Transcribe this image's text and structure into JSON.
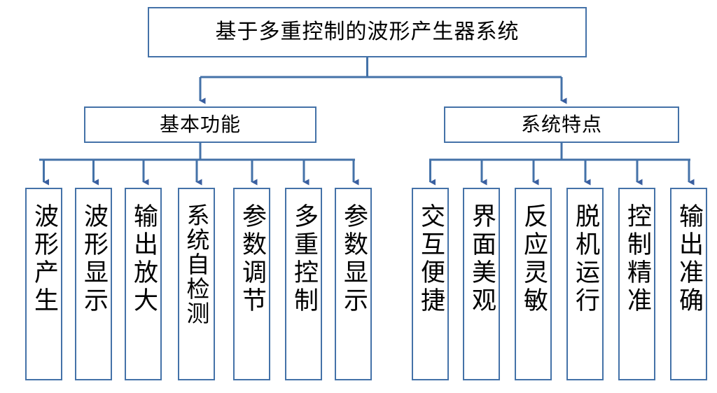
{
  "diagram": {
    "type": "organizational-tree",
    "title": "基于多重控制的波形产生器系统",
    "accent_color": "#4472a8",
    "background_color": "#ffffff",
    "text_color": "#000000",
    "root": {
      "id": "root",
      "label": "基于多重控制的波形产生器系统"
    },
    "branches": [
      {
        "id": "branch-basic-functions",
        "label": "基本功能",
        "leaves": [
          {
            "id": "leaf-waveform-generation",
            "label": "波形产生"
          },
          {
            "id": "leaf-waveform-display",
            "label": "波形显示"
          },
          {
            "id": "leaf-output-amplification",
            "label": "输出放大"
          },
          {
            "id": "leaf-system-self-test",
            "label": "系统自检测"
          },
          {
            "id": "leaf-parameter-adjustment",
            "label": "参数调节"
          },
          {
            "id": "leaf-multiple-control",
            "label": "多重控制"
          },
          {
            "id": "leaf-parameter-display",
            "label": "参数显示"
          }
        ]
      },
      {
        "id": "branch-system-features",
        "label": "系统特点",
        "leaves": [
          {
            "id": "leaf-convenient-interaction",
            "label": "交互便捷"
          },
          {
            "id": "leaf-beautiful-interface",
            "label": "界面美观"
          },
          {
            "id": "leaf-sensitive-response",
            "label": "反应灵敏"
          },
          {
            "id": "leaf-offline-operation",
            "label": "脱机运行"
          },
          {
            "id": "leaf-precise-control",
            "label": "控制精准"
          },
          {
            "id": "leaf-accurate-output",
            "label": "输出准确"
          }
        ]
      }
    ]
  }
}
